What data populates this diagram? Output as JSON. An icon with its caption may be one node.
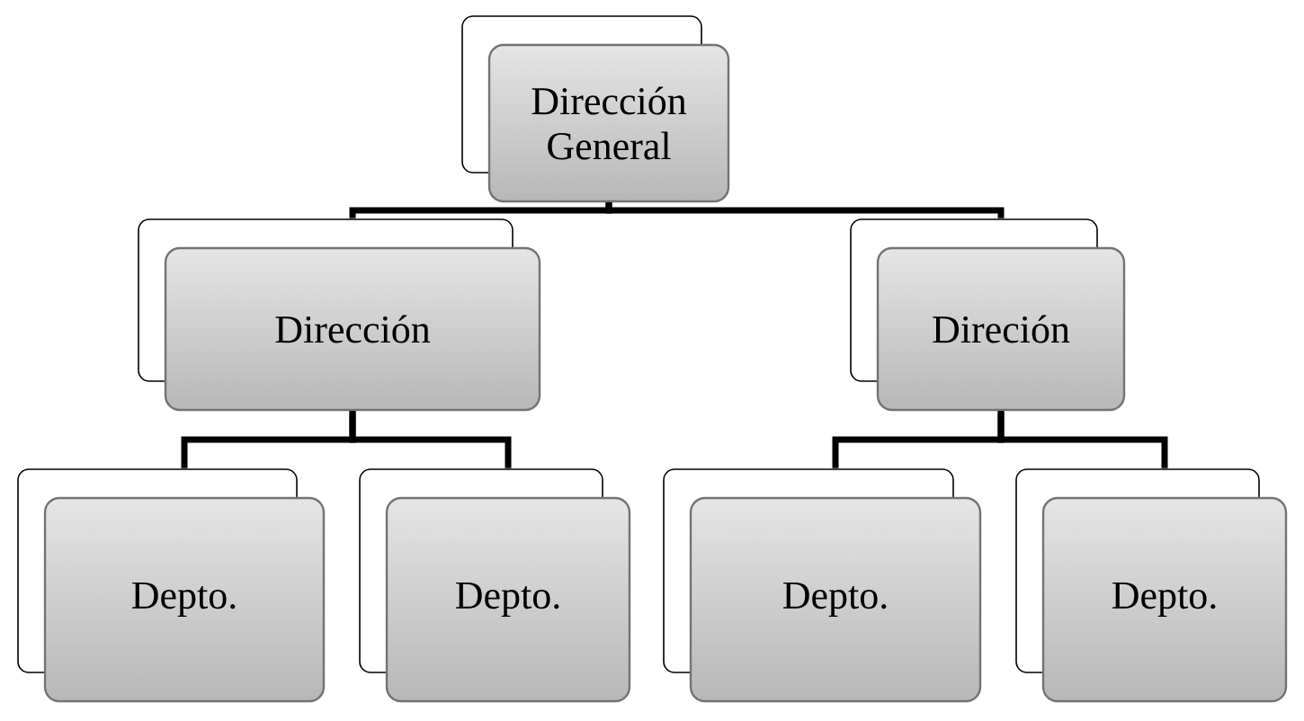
{
  "diagram": {
    "nodes": [
      {
        "text": [
          "Dirección General"
        ]
      },
      {
        "text": [
          "Dirección"
        ]
      },
      {
        "text": [
          "Direción"
        ]
      },
      {
        "text": [
          "Depto."
        ]
      },
      {
        "text": [
          "Depto."
        ]
      },
      {
        "text": [
          "Depto."
        ]
      },
      {
        "text": [
          "Depto."
        ]
      }
    ],
    "edges": [
      {
        "from": 0,
        "to": 1,
        "arrow": "none"
      },
      {
        "from": 0,
        "to": 2,
        "arrow": "none"
      },
      {
        "from": 1,
        "to": 3,
        "arrow": "none"
      },
      {
        "from": 1,
        "to": 4,
        "arrow": "none"
      },
      {
        "from": 2,
        "to": 5,
        "arrow": "none"
      },
      {
        "from": 2,
        "to": 6,
        "arrow": "none"
      }
    ]
  }
}
